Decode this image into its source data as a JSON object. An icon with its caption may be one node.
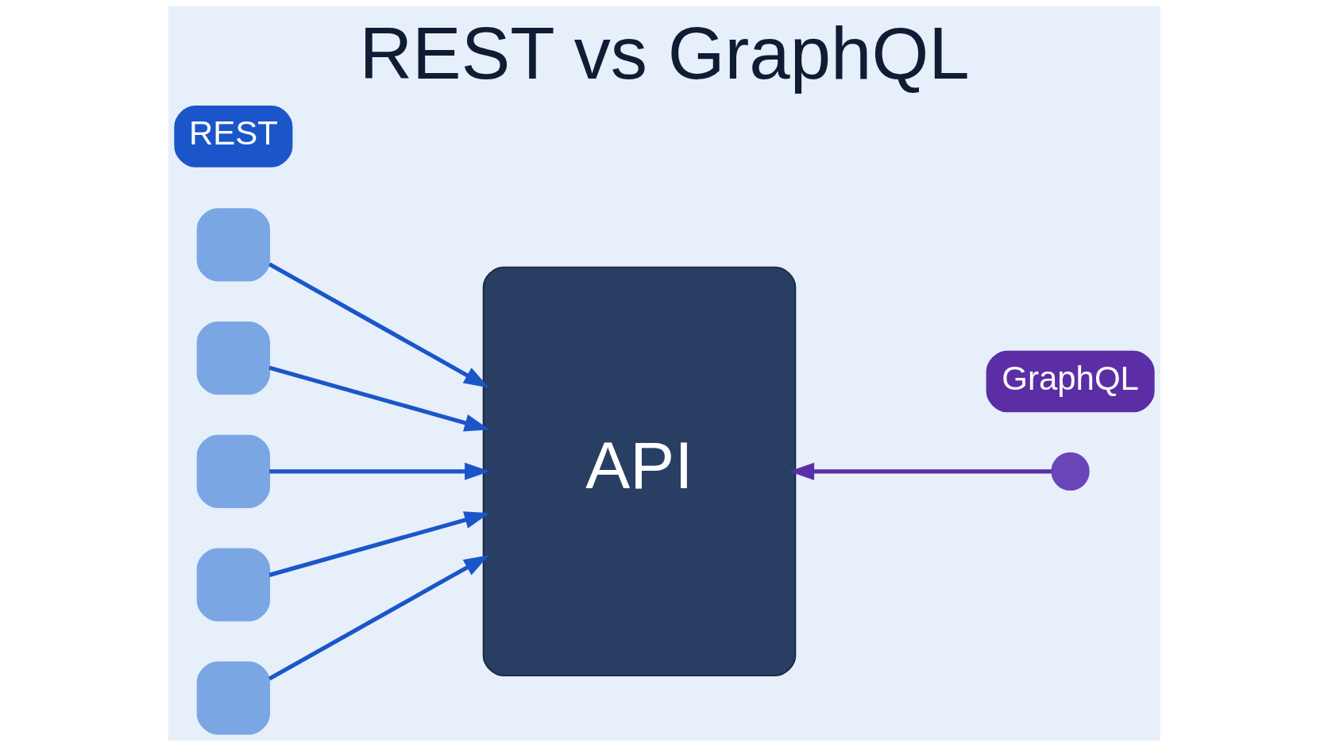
{
  "diagram": {
    "title": "REST vs GraphQL",
    "nodes": [
      {
        "text": [
          "REST"
        ]
      },
      {
        "text": [
          "GraphQL"
        ]
      },
      {
        "text": [],
        "shape": "box"
      },
      {
        "text": [],
        "shape": "box"
      },
      {
        "text": [],
        "shape": "box"
      },
      {
        "text": [],
        "shape": "box"
      },
      {
        "text": [],
        "shape": "box"
      },
      {
        "text": [
          "API"
        ]
      },
      {
        "text": [],
        "shape": "circle"
      }
    ],
    "edges": [
      {
        "from": 2,
        "to": 7,
        "arrow": "to"
      },
      {
        "from": 3,
        "to": 7,
        "arrow": "to"
      },
      {
        "from": 4,
        "to": 7,
        "arrow": "to"
      },
      {
        "from": 5,
        "to": 7,
        "arrow": "to"
      },
      {
        "from": 6,
        "to": 7,
        "arrow": "to"
      },
      {
        "from": 8,
        "to": 7,
        "arrow": "to",
        "color": "#5b2ea6"
      }
    ]
  }
}
